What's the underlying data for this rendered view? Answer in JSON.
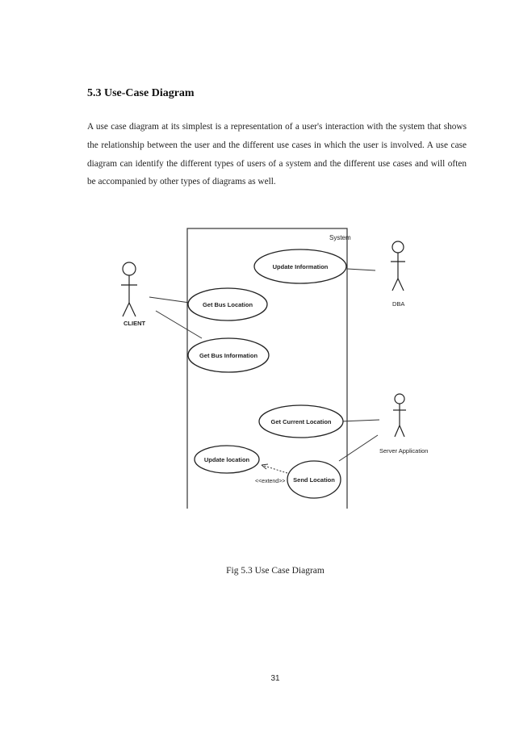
{
  "section": {
    "heading": "5.3 Use-Case Diagram",
    "paragraph": "A use case diagram at its simplest is a representation of a user's interaction with the system that shows the relationship between the user and the different use cases in which the user is involved. A use case diagram can identify the different types of users of a system and the different use cases and will often be accompanied by other types of diagrams as well."
  },
  "diagram": {
    "system_label": "System",
    "actors": {
      "client": "CLIENT",
      "dba": "DBA",
      "server": "Server Application"
    },
    "use_cases": {
      "update_information": "Update Information",
      "get_bus_location": "Get Bus Location",
      "get_bus_information": "Get Bus Information",
      "get_current_location": "Get Current Location",
      "update_location": "Update location",
      "send_location": "Send Location"
    },
    "extend_label": "<<extend>>"
  },
  "caption": "Fig 5.3 Use Case Diagram",
  "page_number": "31"
}
